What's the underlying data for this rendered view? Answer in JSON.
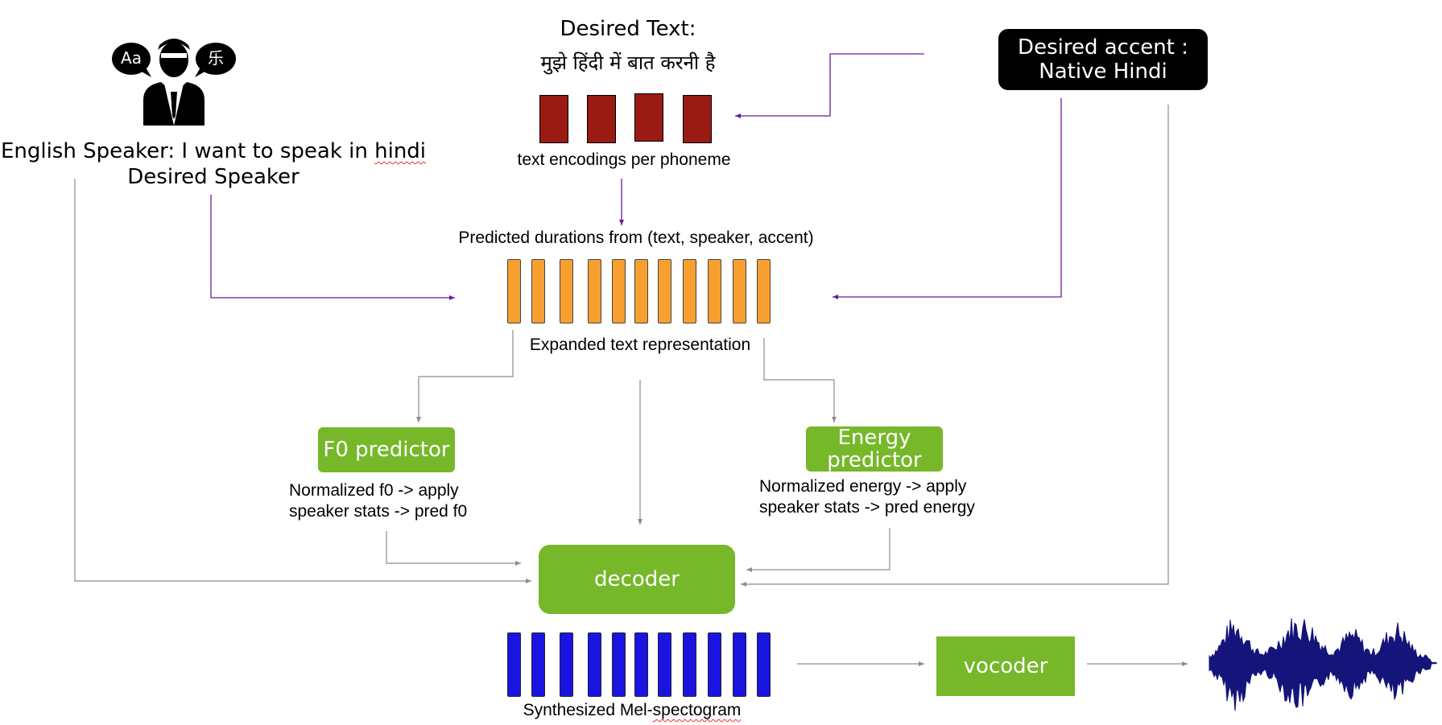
{
  "speaker": {
    "icon_left_glyph": "Aa",
    "icon_right_glyph": "乐",
    "line1_prefix": "English Speaker: I want to speak in ",
    "line1_word": "hindi",
    "line2": "Desired Speaker"
  },
  "desired_text": {
    "title": "Desired Text:",
    "hindi": "मुझे हिंदी में बात करनी है",
    "encodings_label": "text encodings per phoneme",
    "encoding_count": 4,
    "encoding_color": "#9a1a14"
  },
  "accent": {
    "line1": "Desired accent :",
    "line2": "Native Hindi"
  },
  "durations": {
    "label": "Predicted durations from (text, speaker, accent)",
    "bar_count": 11,
    "bar_color": "#f7a030",
    "expanded_label": "Expanded text representation"
  },
  "f0": {
    "box_label": "F0 predictor",
    "desc_line1": "Normalized f0 -> apply",
    "desc_line2": "speaker stats -> pred f0"
  },
  "energy": {
    "box_label": "Energy predictor",
    "desc_line1": "Normalized energy -> apply",
    "desc_line2": "speaker stats -> pred energy"
  },
  "decoder": {
    "label": "decoder"
  },
  "mel": {
    "label_prefix": "Synthesized Mel-",
    "label_word": "spectogram",
    "bar_count": 11,
    "bar_color": "#1a14e0"
  },
  "vocoder": {
    "label": "vocoder"
  },
  "colors": {
    "green": "#76b82a",
    "purple_arrow": "#6a1b9a",
    "gray_arrow": "#8c8c8c",
    "waveform": "#14147a"
  }
}
